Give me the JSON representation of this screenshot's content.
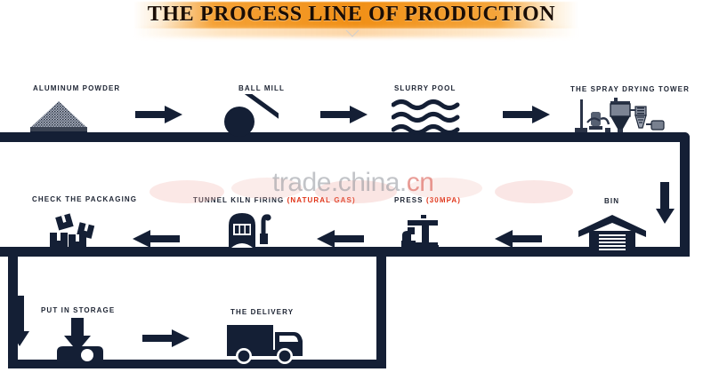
{
  "title": "THE PROCESS LINE OF PRODUCTION",
  "watermark": {
    "text_main": "trade.china.",
    "text_suffix": "cn"
  },
  "colors": {
    "ink": "#141f35",
    "title_band": "#f08a0a",
    "accent_red": "#e03216",
    "background": "#ffffff"
  },
  "steps": {
    "row1": [
      {
        "label": "ALUMINUM POWDER",
        "icon": "powder-pile-icon"
      },
      {
        "label": "BALL MILL",
        "icon": "ball-mill-icon"
      },
      {
        "label": "SLURRY POOL",
        "icon": "slurry-waves-icon"
      },
      {
        "label": "THE SPRAY DRYING TOWER",
        "icon": "spray-drying-tower-icon"
      }
    ],
    "row2": [
      {
        "label": "CHECK THE PACKAGING",
        "icon": "stacked-boxes-icon"
      },
      {
        "label": "TUNNEL KILN FIRING ",
        "label_red": "(NATURAL GAS)",
        "icon": "tunnel-kiln-icon"
      },
      {
        "label": "PRESS ",
        "label_red": "(30MPA)",
        "icon": "press-machine-icon"
      },
      {
        "label": "BIN",
        "icon": "warehouse-bin-icon"
      }
    ],
    "row3": [
      {
        "label": "PUT IN STORAGE",
        "icon": "storage-drop-icon"
      },
      {
        "label": "THE DELIVERY",
        "icon": "delivery-truck-icon"
      }
    ]
  },
  "arrows": {
    "right": "arrow-right-icon",
    "left": "arrow-left-icon",
    "down": "arrow-down-icon"
  }
}
